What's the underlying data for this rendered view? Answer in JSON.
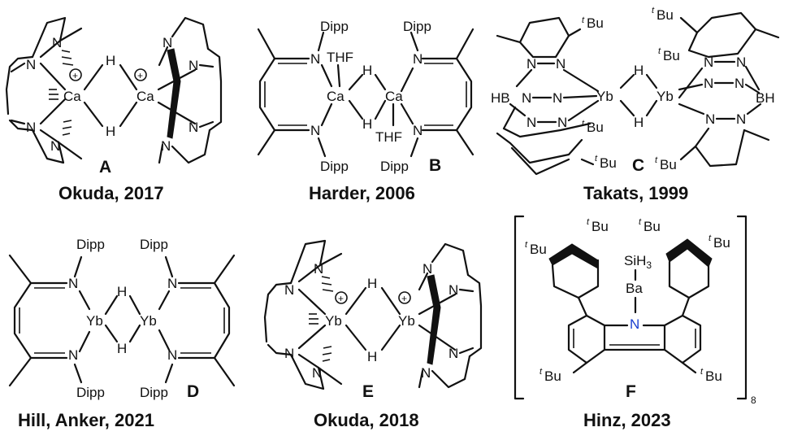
{
  "compounds": [
    {
      "letter": "A",
      "caption": "Okuda, 2017",
      "metal": "Ca"
    },
    {
      "letter": "B",
      "caption": "Harder, 2006",
      "metal": "Ca"
    },
    {
      "letter": "C",
      "caption": "Takats, 1999",
      "metal": "Yb"
    },
    {
      "letter": "D",
      "caption": "Hill, Anker, 2021",
      "metal": "Yb"
    },
    {
      "letter": "E",
      "caption": "Okuda, 2018",
      "metal": "Yb"
    },
    {
      "letter": "F",
      "caption": "Hinz, 2023",
      "metal": "Ba"
    }
  ],
  "atoms": {
    "N": "N",
    "H": "H",
    "Dipp": "Dipp",
    "THF": "THF",
    "HB": "HB",
    "BH": "BH",
    "Bu": "Bu",
    "t": "t",
    "SiH": "SiH",
    "three": "3",
    "eight": "8",
    "plus": "+"
  }
}
